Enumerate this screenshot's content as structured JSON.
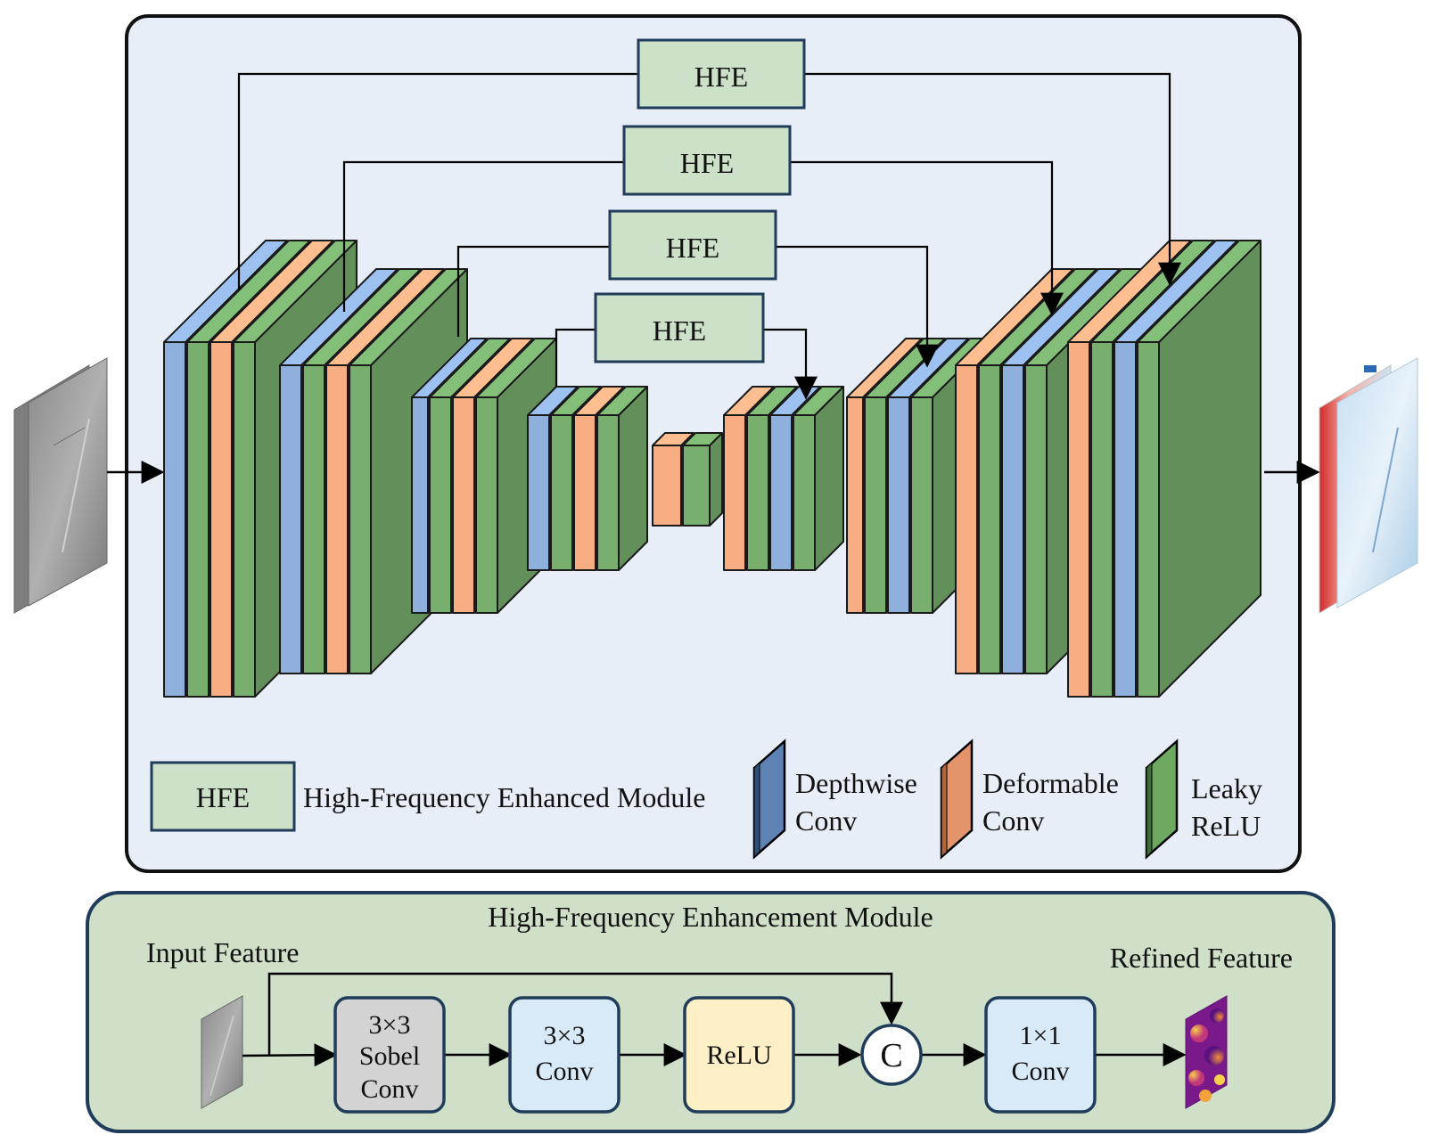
{
  "main": {
    "hfe_labels": [
      "HFE",
      "HFE",
      "HFE",
      "HFE"
    ]
  },
  "legend": {
    "hfe_box": "HFE",
    "hfe_text": "High-Frequency Enhanced Module",
    "depthwise": [
      "Depthwise",
      "Conv"
    ],
    "deformable": [
      "Deformable",
      "Conv"
    ],
    "leaky": [
      "Leaky",
      "ReLU"
    ]
  },
  "module": {
    "title": "High-Frequency Enhancement Module",
    "input_label": "Input Feature",
    "output_label": "Refined Feature",
    "sobel": [
      "3×3",
      "Sobel",
      "Conv"
    ],
    "conv3": [
      "3×3",
      "Conv"
    ],
    "relu": "ReLU",
    "concat": "C",
    "conv1": [
      "1×1",
      "Conv"
    ]
  },
  "colors": {
    "blue": "#8fb0dc",
    "orange": "#f9ad82",
    "green": "#78ae6e",
    "hfe_fill": "#cde0c8",
    "main_bg": "#e8eef8",
    "module_bg": "#cfdfc8",
    "module_border": "#1f3c5a",
    "sobel_fill": "#d3d3d3",
    "conv_fill": "#d8eaf8",
    "relu_fill": "#fdf0c6"
  }
}
